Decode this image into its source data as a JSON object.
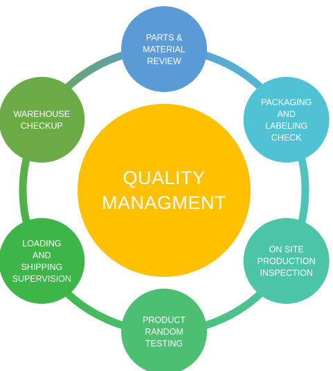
{
  "center": {
    "lines": [
      "QUALITY",
      "MANAGMENT"
    ],
    "color": "#FFC000"
  },
  "nodes": [
    {
      "id": "parts-material-review",
      "lines": [
        "PARTS &",
        "MATERIAL",
        "REVIEW"
      ],
      "color": "#5B9BD5"
    },
    {
      "id": "packaging-labeling-check",
      "lines": [
        "PACKAGING",
        "AND",
        "LABELING",
        "CHECK"
      ],
      "color": "#4FC3D3"
    },
    {
      "id": "on-site-production-inspection",
      "lines": [
        "ON SITE",
        "PRODUCTION",
        "INSPECTION"
      ],
      "color": "#4CC4A6"
    },
    {
      "id": "product-random-testing",
      "lines": [
        "PRODUCT",
        "RANDOM",
        "TESTING"
      ],
      "color": "#4CBF72"
    },
    {
      "id": "loading-shipping-supervision",
      "lines": [
        "LOADING",
        "AND",
        "SHIPPING",
        "SUPERVISION"
      ],
      "color": "#3DB548"
    },
    {
      "id": "warehouse-checkup",
      "lines": [
        "WAREHOUSE",
        "CHECKUP"
      ],
      "color": "#6AAB46"
    }
  ],
  "ring_colors": [
    "#5B9BD5",
    "#4FC3D3",
    "#4CC4A6",
    "#4CBF72",
    "#3DB548",
    "#6AAB46"
  ]
}
